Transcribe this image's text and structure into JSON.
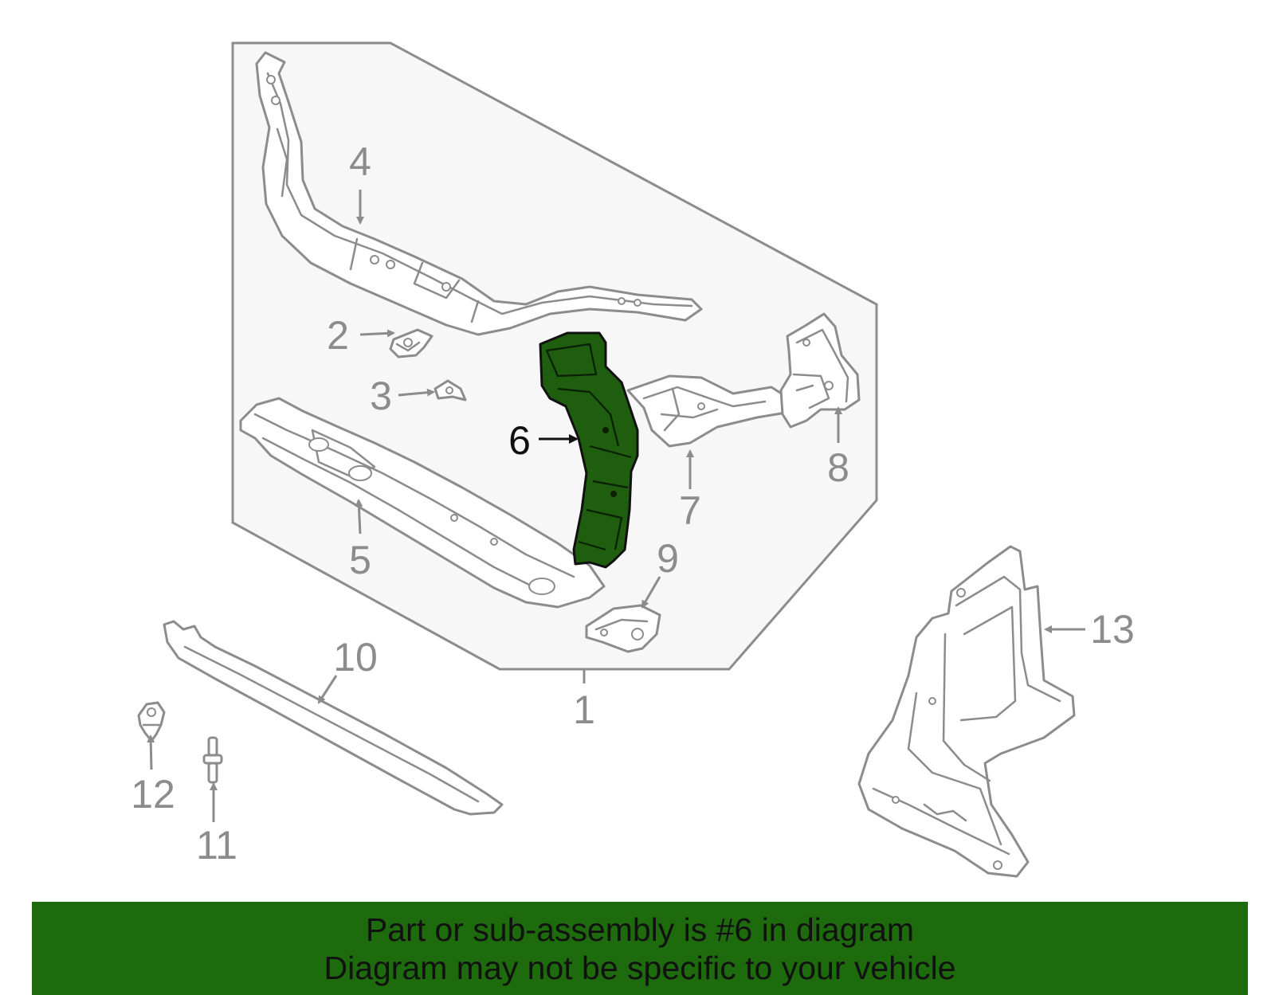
{
  "diagram": {
    "highlight_color": "#1e6b0e",
    "highlighted_part": "6",
    "callouts": {
      "c1": "1",
      "c2": "2",
      "c3": "3",
      "c4": "4",
      "c5": "5",
      "c6": "6",
      "c7": "7",
      "c8": "8",
      "c9": "9",
      "c10": "10",
      "c11": "11",
      "c12": "12",
      "c13": "13"
    }
  },
  "banner": {
    "line1": "Part or sub-assembly is #6 in diagram",
    "line2": "Diagram may not be specific to your vehicle",
    "background": "#1e6b0e"
  }
}
